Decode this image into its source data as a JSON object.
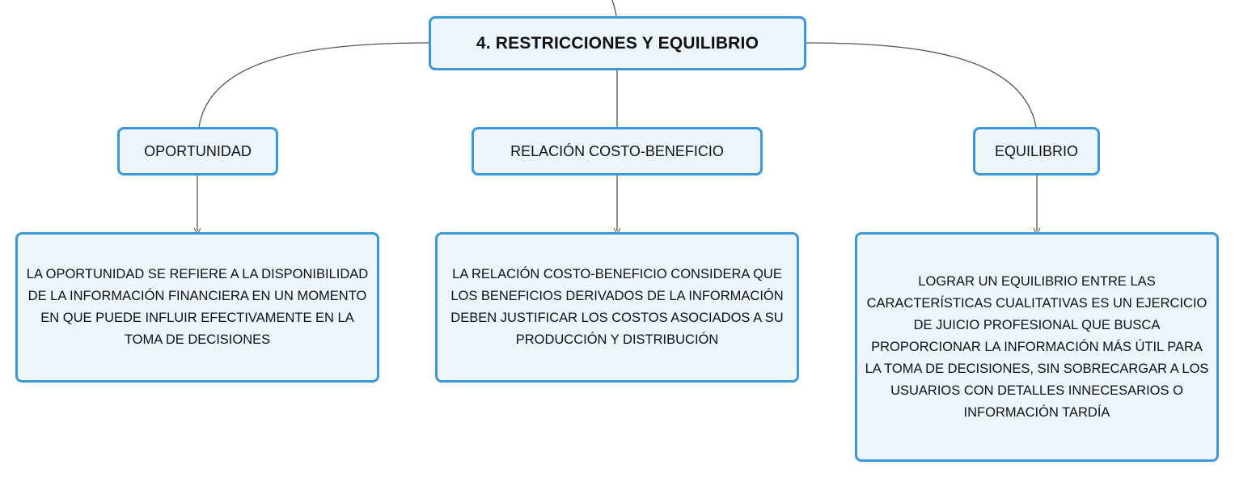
{
  "map": {
    "root": {
      "label": "4. RESTRICCIONES Y EQUILIBRIO"
    },
    "branches": [
      {
        "label": "OPORTUNIDAD",
        "detail": "LA OPORTUNIDAD SE REFIERE A LA DISPONIBILIDAD DE LA INFORMACIÓN FINANCIERA EN UN MOMENTO EN QUE PUEDE INFLUIR EFECTIVAMENTE EN LA TOMA DE DECISIONES"
      },
      {
        "label": "RELACIÓN COSTO-BENEFICIO",
        "detail": "LA RELACIÓN COSTO-BENEFICIO CONSIDERA QUE LOS BENEFICIOS DERIVADOS DE LA INFORMACIÓN DEBEN JUSTIFICAR LOS COSTOS ASOCIADOS A SU PRODUCCIÓN Y DISTRIBUCIÓN"
      },
      {
        "label": "EQUILIBRIO",
        "detail": "LOGRAR UN EQUILIBRIO ENTRE LAS CARACTERÍSTICAS CUALITATIVAS ES UN EJERCICIO DE JUICIO PROFESIONAL QUE BUSCA PROPORCIONAR LA INFORMACIÓN MÁS ÚTIL PARA LA TOMA DE DECISIONES, SIN SOBRECARGAR A LOS USUARIOS CON DETALLES INNECESARIOS O INFORMACIÓN TARDÍA"
      }
    ]
  },
  "colors": {
    "node_border": "#3d97db",
    "node_fill": "#edf6fd",
    "connector": "#555555",
    "text": "#111111"
  }
}
